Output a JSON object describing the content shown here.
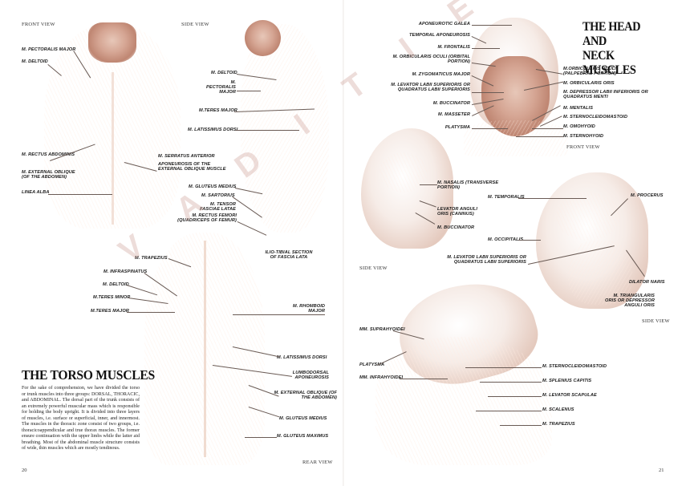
{
  "left_page": {
    "page_number": "20",
    "title": "THE TORSO MUSCLES",
    "body": "For the sake of comprehension, we have divided the torso or trunk muscles into three groups: DORSAL, THORACIC, and ABDOMINAL. The dorsal part of the trunk consists of an extremely powerful muscular mass which is responsible for holding the body upright. It is divided into three layers of muscles, i.e. surface or superficial, inner, and innermost. The muscles in the thoracic zone consist of two groups, i.e. thoracicoappendicular and true thorax muscles. The former ensure continuation with the upper limbs while the latter aid breathing. Most of the abdominal muscle structure consists of wide, thin muscles which are mostly tendinous.",
    "front_view": {
      "caption": "FRONT VIEW",
      "labels": [
        "M. PECTORALIS MAJOR",
        "M. DELTOID",
        "M. RECTUS ABDOMINIS",
        "M. EXTERNAL OBLIQUE (OF THE ABDOMEN)",
        "LINEA ALBA",
        "M. SERRATUS ANTERIOR",
        "APONEUROSIS OF THE EXTERNAL OBLIQUE MUSCLE"
      ]
    },
    "side_view": {
      "caption": "SIDE VIEW",
      "labels": [
        "M. DELTOID",
        "M. PECTORALIS MAJOR",
        "M.TERES MAJOR",
        "M. LATISSIMUS DORSI",
        "M. GLUTEUS MEDIUS",
        "M. SARTORIUS",
        "M. TENSOR FASCIAE LATAE",
        "M. RECTUS FEMORI (QUADRICEPS OF FEMUR)",
        "ILIO-TIBIAL SECTION OF FASCIA LATA"
      ]
    },
    "rear_view": {
      "caption": "REAR VIEW",
      "labels": [
        "M. TRAPEZIUS",
        "M. INFRASPINATUS",
        "M. DELTOID",
        "M.TERES MINOR",
        "M.TERES MAJOR",
        "M. RHOMBOID MAJOR",
        "M. LATISSIMUS DORSI",
        "LUMBODORSAL APONEUROSIS",
        "M. EXTERNAL OBLIQUE (OF THE ABDOMEN)",
        "M. GLUTEUS MEDIUS",
        "M. GLUTEUS MAXIMUS"
      ]
    }
  },
  "right_page": {
    "page_number": "21",
    "title_line1": "THE HEAD AND",
    "title_line2": "NECK MUSCLES",
    "front_view": {
      "caption": "FRONT VIEW",
      "labels_left": [
        "APONEUROTIC GALEA",
        "TEMPORAL APONEUROSIS",
        "M. FRONTALIS",
        "M. ORBICULARIS OCULI (ORBITAL PORTION)",
        "M. ZYGOMATICUS MAJOR",
        "M. LEVATOR LABII SUPERIORIS OR QUADRATUS LABII SUPERIORIS",
        "M. BUCCINATOR",
        "M. MASSETER",
        "PLATYSMA"
      ],
      "labels_right": [
        "M.ORBICULARIS OCULI (PALPEBRAL PORTION)",
        "M. ORBICULARIS ORIS",
        "M. DEPRESSOR LABII INFERIORIS OR QUADRATUS MENTI",
        "M. MENTALIS",
        "M. STERNOCLEIDOMASTOID",
        "M. OMOHYOID",
        "M. STERNOHYOID"
      ]
    },
    "side_view_left": {
      "caption": "SIDE VIEW",
      "labels": [
        "M. NASALIS (TRANSVERSE PORTION)",
        "LEVATOR ANGULI ORIS (CANINUS)",
        "M. BUCCINATOR"
      ]
    },
    "side_view_right": {
      "caption": "SIDE VIEW",
      "labels": [
        "M. TEMPORALIS",
        "M. PROCERUS",
        "M. OCCIPITALIS",
        "M. LEVATOR LABII SUPERIORIS OR QUADRATUS LABII SUPERIORIS",
        "DILATOR NARIS",
        "M. TRIANGULARIS ORIS OR DEPRESSOR ANGULI ORIS"
      ]
    },
    "neck_view": {
      "labels": [
        "MM. SUPRAHYOIDEI",
        "PLATYSMA",
        "MM. INFRAHYOIDEI",
        "M. STERNOCLEIDOMASTOID",
        "M. SPLENIUS CAPITIS",
        "M. LEVATOR SCAPULAE",
        "M. SCALENUS",
        "M. TRAPEZIUS"
      ]
    }
  },
  "watermark": "V  A  D I T I  E",
  "colors": {
    "muscle": "#b0705a",
    "muscle_light": "#d5a593",
    "text": "#1a1a1a",
    "leader": "#6a5b55",
    "background": "#ffffff"
  }
}
